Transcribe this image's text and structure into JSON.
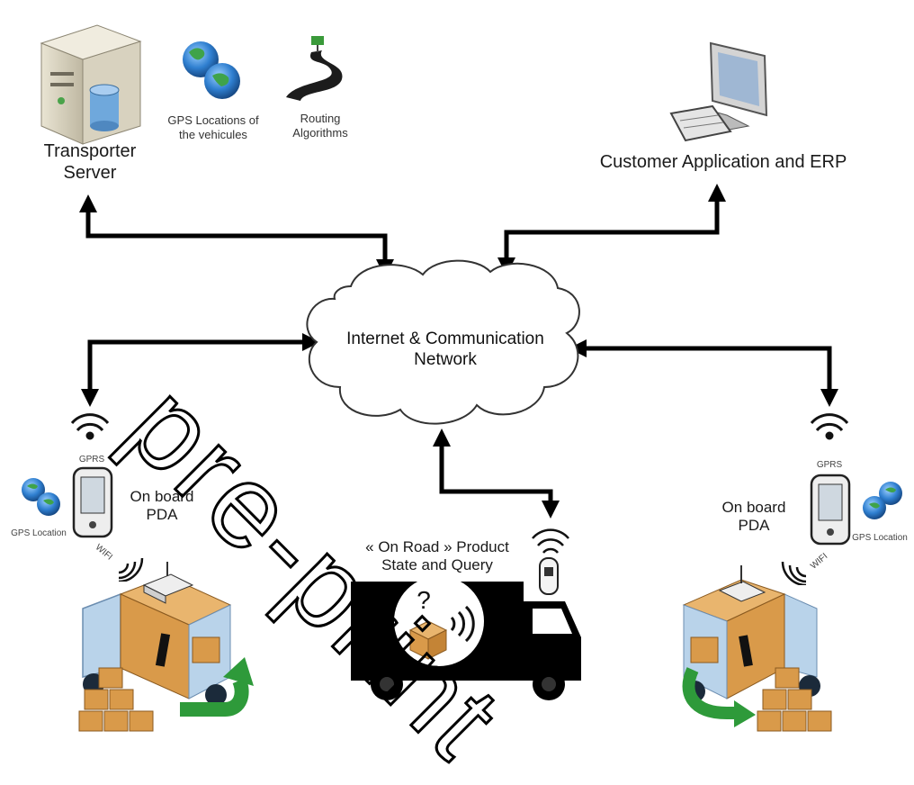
{
  "nodes": {
    "transporter_server": "Transporter\nServer",
    "gps_locations": "GPS Locations of\nthe vehicules",
    "routing_algorithms": "Routing\nAlgorithms",
    "customer_app": "Customer Application and ERP",
    "network": "Internet & Communication\nNetwork",
    "onboard_pda_left": "On board\nPDA",
    "onboard_pda_right": "On board\nPDA",
    "on_road_product": "« On Road » Product\nState and Query"
  },
  "small_labels": {
    "gprs_left": "GPRS",
    "gprs_right": "GPRS",
    "gps_location_left": "GPS Location",
    "gps_location_right": "GPS Location",
    "wifi_left": "WIFI",
    "wifi_right": "WIFI",
    "query_mark": "?"
  },
  "watermark": "pre-print",
  "colors": {
    "arrow": "#000000",
    "green_arrow": "#2e9a3a",
    "box": "#d99a4a",
    "truck_blue": "#b9d3ea",
    "cloud_stroke": "#333333"
  }
}
